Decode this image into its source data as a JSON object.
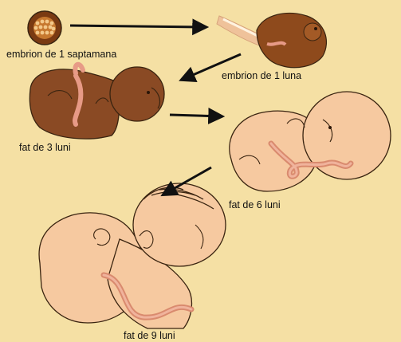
{
  "colors": {
    "background": "#f5e0a4",
    "skin_light": "#f6c9a0",
    "skin_dark": "#8a4a24",
    "cord": "#e79a86",
    "outline": "#3a2410",
    "arrow": "#111111"
  },
  "stages": [
    {
      "label": "embrion de 1 saptamana"
    },
    {
      "label": "embrion de 1 luna"
    },
    {
      "label": "fat de 3 luni"
    },
    {
      "label": "fat de 6 luni"
    },
    {
      "label": "fat de 9 luni"
    }
  ]
}
